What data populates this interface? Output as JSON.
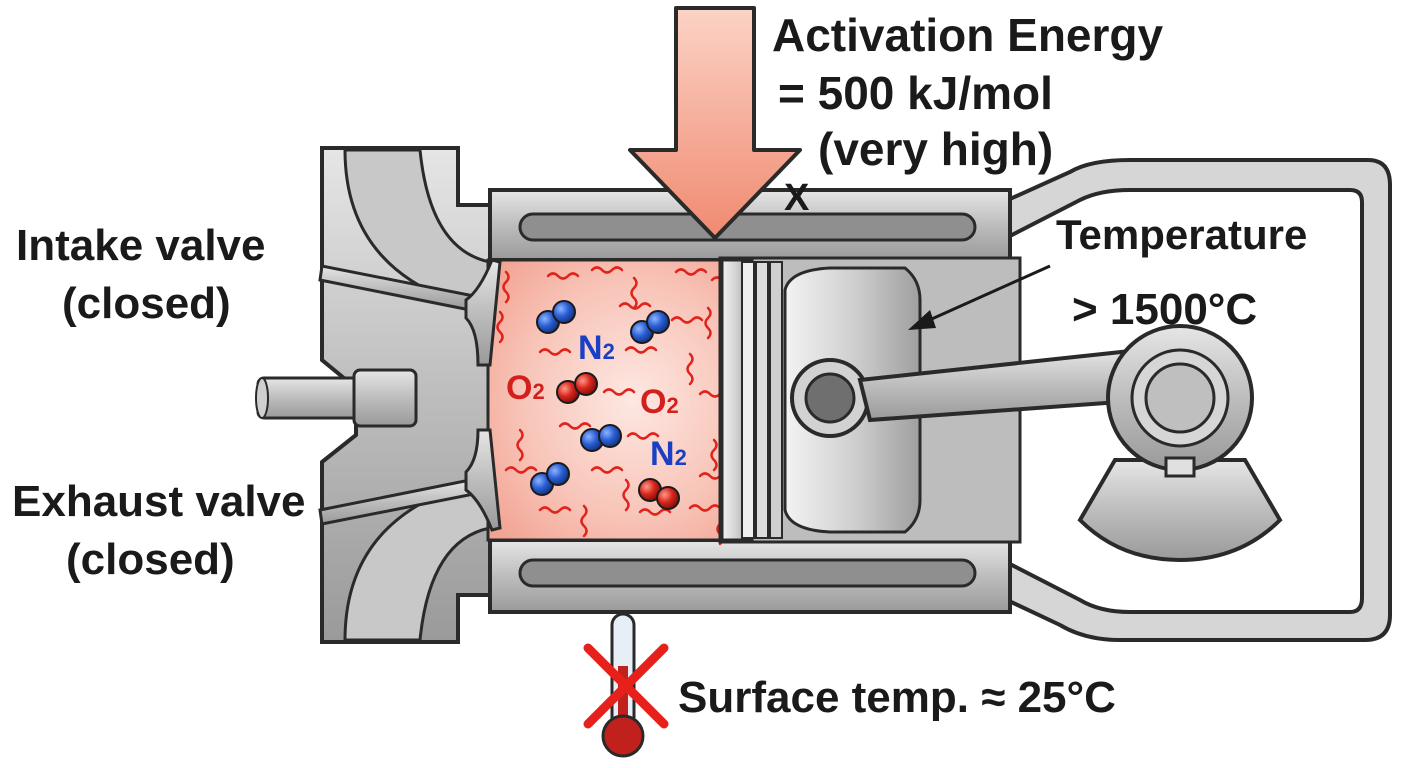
{
  "activation": {
    "line1": "Activation Energy",
    "line2": "= 500 kJ/mol",
    "line3": "(very high)",
    "cross": "X"
  },
  "intake": {
    "line1": "Intake valve",
    "line2": "(closed)"
  },
  "exhaust": {
    "line1": "Exhaust valve",
    "line2": "(closed)"
  },
  "temperature": {
    "line1": "Temperature",
    "line2": "> 1500°C"
  },
  "surface": {
    "text": "Surface temp. ≈ 25°C"
  },
  "molecules": {
    "n2_top": {
      "letter": "N",
      "sub": "2"
    },
    "o2_left": {
      "letter": "O",
      "sub": "2"
    },
    "o2_right": {
      "letter": "O",
      "sub": "2"
    },
    "n2_bottom": {
      "letter": "N",
      "sub": "2"
    }
  },
  "colors": {
    "nitrogen": "#1a3fc4",
    "oxygen": "#d4201c",
    "heat_wave": "#e0241c",
    "chamber_fill": "#f8b8ac",
    "arrow_fill": "#f7a28c",
    "cross_mark": "#e8201c",
    "metal": "#b8b8b8"
  },
  "icons": {
    "activation_arrow": "down-arrow-icon",
    "thermometer": "thermometer-icon",
    "thermometer_cross": "red-x-icon"
  }
}
